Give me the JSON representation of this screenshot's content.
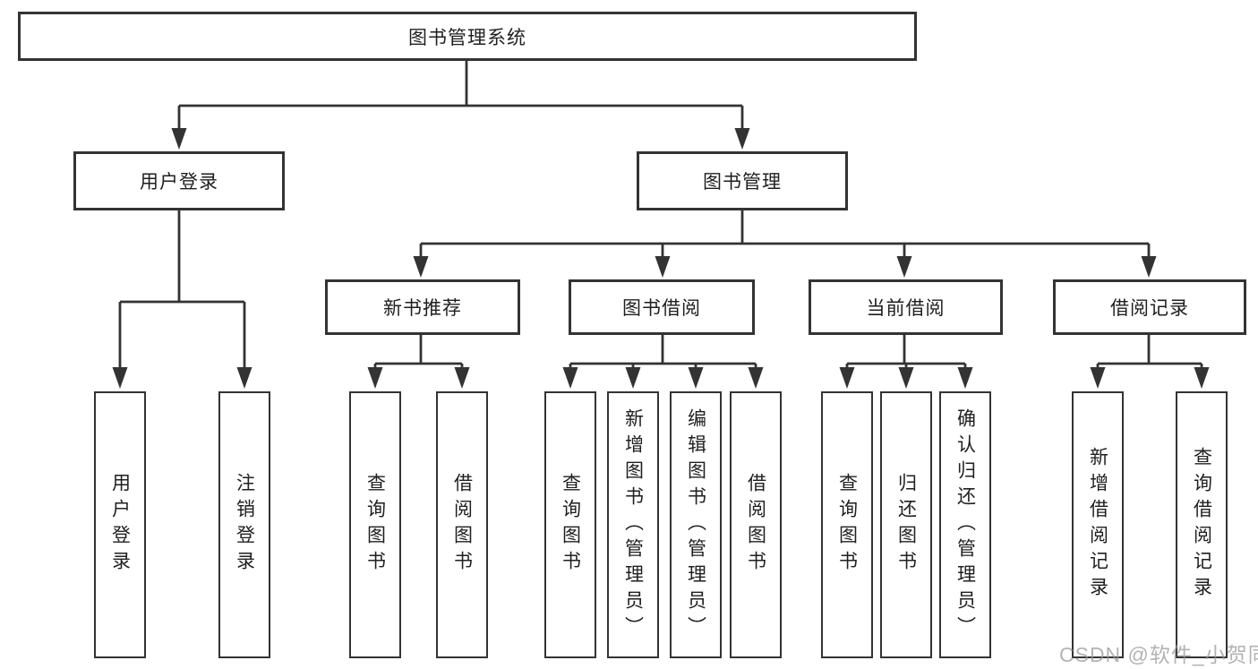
{
  "diagram": {
    "root": {
      "label": "图书管理系统"
    },
    "level2": [
      {
        "label": "用户登录"
      },
      {
        "label": "图书管理"
      }
    ],
    "level3": [
      {
        "label": "新书推荐"
      },
      {
        "label": "图书借阅"
      },
      {
        "label": "当前借阅"
      },
      {
        "label": "借阅记录"
      }
    ],
    "leaves": [
      {
        "label": "用户登录"
      },
      {
        "label": "注销登录"
      },
      {
        "label": "查询图书"
      },
      {
        "label": "借阅图书"
      },
      {
        "label": "查询图书"
      },
      {
        "label": "新增图书（管理员）"
      },
      {
        "label": "编辑图书（管理员）"
      },
      {
        "label": "借阅图书"
      },
      {
        "label": "查询图书"
      },
      {
        "label": "归还图书"
      },
      {
        "label": "确认归还（管理员）"
      },
      {
        "label": "新增借阅记录"
      },
      {
        "label": "查询借阅记录"
      }
    ]
  },
  "watermark": {
    "text": "CSDN @软件_小贺同学"
  },
  "colors": {
    "line": "#333333",
    "box_border": "#333333",
    "text": "#1f1f1f",
    "watermark": "#969696",
    "background": "#ffffff"
  }
}
